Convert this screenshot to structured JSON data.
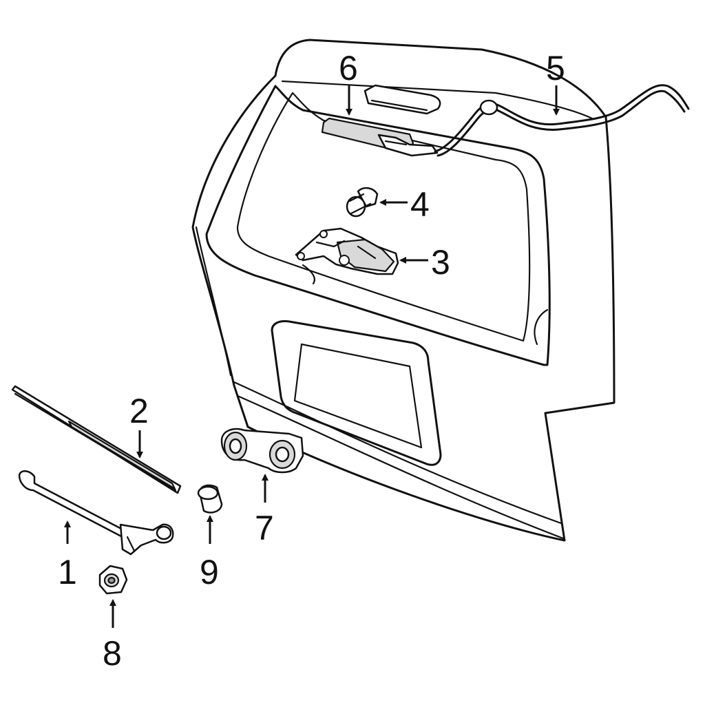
{
  "callouts": {
    "c1": "1",
    "c2": "2",
    "c3": "3",
    "c4": "4",
    "c5": "5",
    "c6": "6",
    "c7": "7",
    "c8": "8",
    "c9": "9"
  },
  "colors": {
    "line": "#111111",
    "shade": "#d9d9d9",
    "background": "#ffffff"
  }
}
